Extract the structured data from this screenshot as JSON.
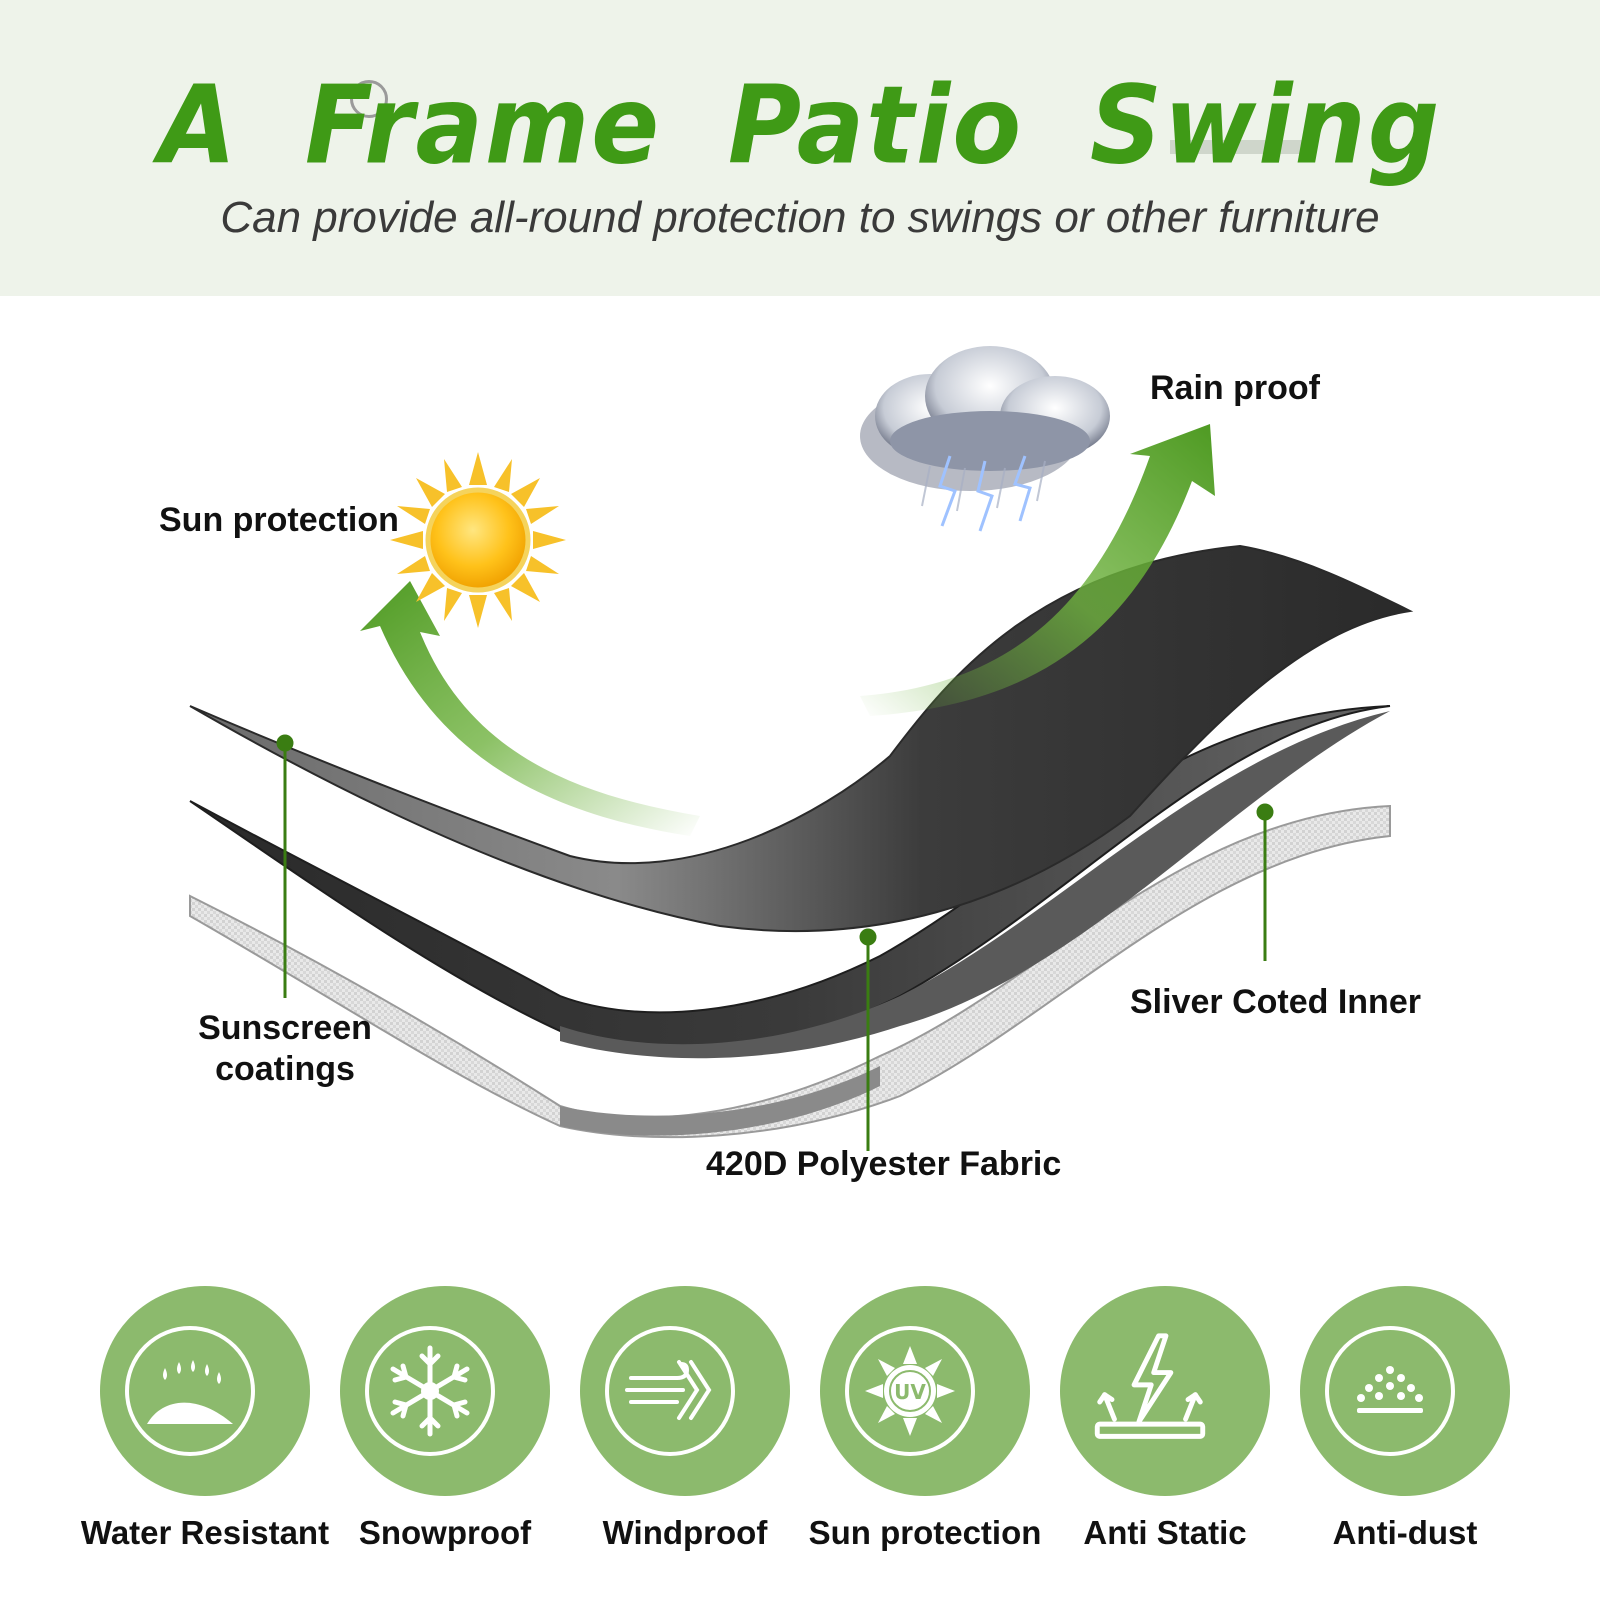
{
  "header": {
    "title": "A Frame Patio Swing",
    "subtitle": "Can provide all-round protection to swings or other furniture"
  },
  "diagram": {
    "labels": {
      "sun_protection": "Sun protection",
      "rain_proof": "Rain proof",
      "sunscreen_coatings_line1": "Sunscreen",
      "sunscreen_coatings_line2": "coatings",
      "polyester_fabric": "420D Polyester Fabric",
      "silver_coated_inner": "Sliver Coted Inner"
    },
    "icons": [
      "sun-icon",
      "storm-cloud-icon"
    ]
  },
  "features": [
    {
      "label": "Water Resistant",
      "icon": "water-resistant-icon"
    },
    {
      "label": "Snowproof",
      "icon": "snowflake-icon"
    },
    {
      "label": "Windproof",
      "icon": "wind-icon"
    },
    {
      "label": "Sun protection",
      "icon": "uv-sun-icon"
    },
    {
      "label": "Anti Static",
      "icon": "lightning-icon"
    },
    {
      "label": "Anti-dust",
      "icon": "dust-icon"
    }
  ],
  "colors": {
    "title_green": "#3f9a16",
    "header_bg": "#eef3ea",
    "feature_circle": "#8cba6d",
    "leader_line": "#3a7d12",
    "arrow_green": "#5aa32e"
  }
}
